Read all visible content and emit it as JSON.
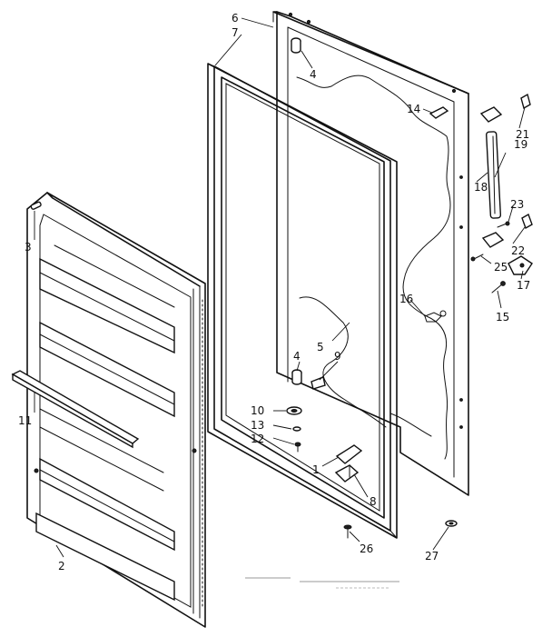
{
  "labels": {
    "p1": "1",
    "p2": "2",
    "p3": "3",
    "p4a": "4",
    "p4b": "4",
    "p5": "5",
    "p6": "6",
    "p7": "7",
    "p8": "8",
    "p9": "9",
    "p10": "10",
    "p11": "11",
    "p12": "12",
    "p13": "13",
    "p14": "14",
    "p15": "15",
    "p16": "16",
    "p17": "17",
    "p18": "18",
    "p19": "19",
    "p21": "21",
    "p22": "22",
    "p23": "23",
    "p25": "25",
    "p26": "26",
    "p27": "27"
  }
}
